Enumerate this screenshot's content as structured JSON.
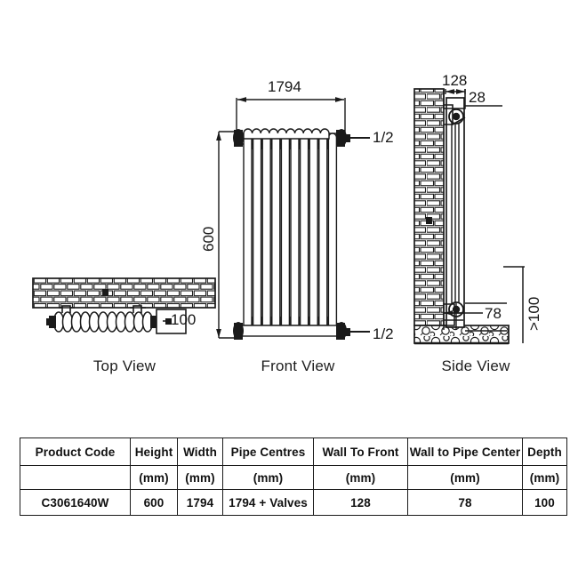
{
  "views": {
    "top_label": "Top View",
    "front_label": "Front View",
    "side_label": "Side View"
  },
  "dimensions": {
    "front_width": "1794",
    "front_height": "600",
    "valve_top": "1/2",
    "valve_bottom": "1/2",
    "top_depth": "100",
    "side_wall_to_front": "128",
    "side_top_offset": "28",
    "side_wall_to_pipe": "78",
    "side_floor_clearance": ">100"
  },
  "drawing": {
    "front_column_count": 11,
    "top_column_count": 11,
    "line_color": "#1a1a1a",
    "fill_color": "#ffffff",
    "hatch_color": "#2b2b2b"
  },
  "table": {
    "headers": [
      "Product  Code",
      "Height",
      "Width",
      "Pipe Centres",
      "Wall To Front",
      "Wall to Pipe Center",
      "Depth"
    ],
    "units": [
      "",
      "(mm)",
      "(mm)",
      "(mm)",
      "(mm)",
      "(mm)",
      "(mm)"
    ],
    "values": [
      "C3061640W",
      "600",
      "1794",
      "1794 + Valves",
      "128",
      "78",
      "100"
    ]
  }
}
